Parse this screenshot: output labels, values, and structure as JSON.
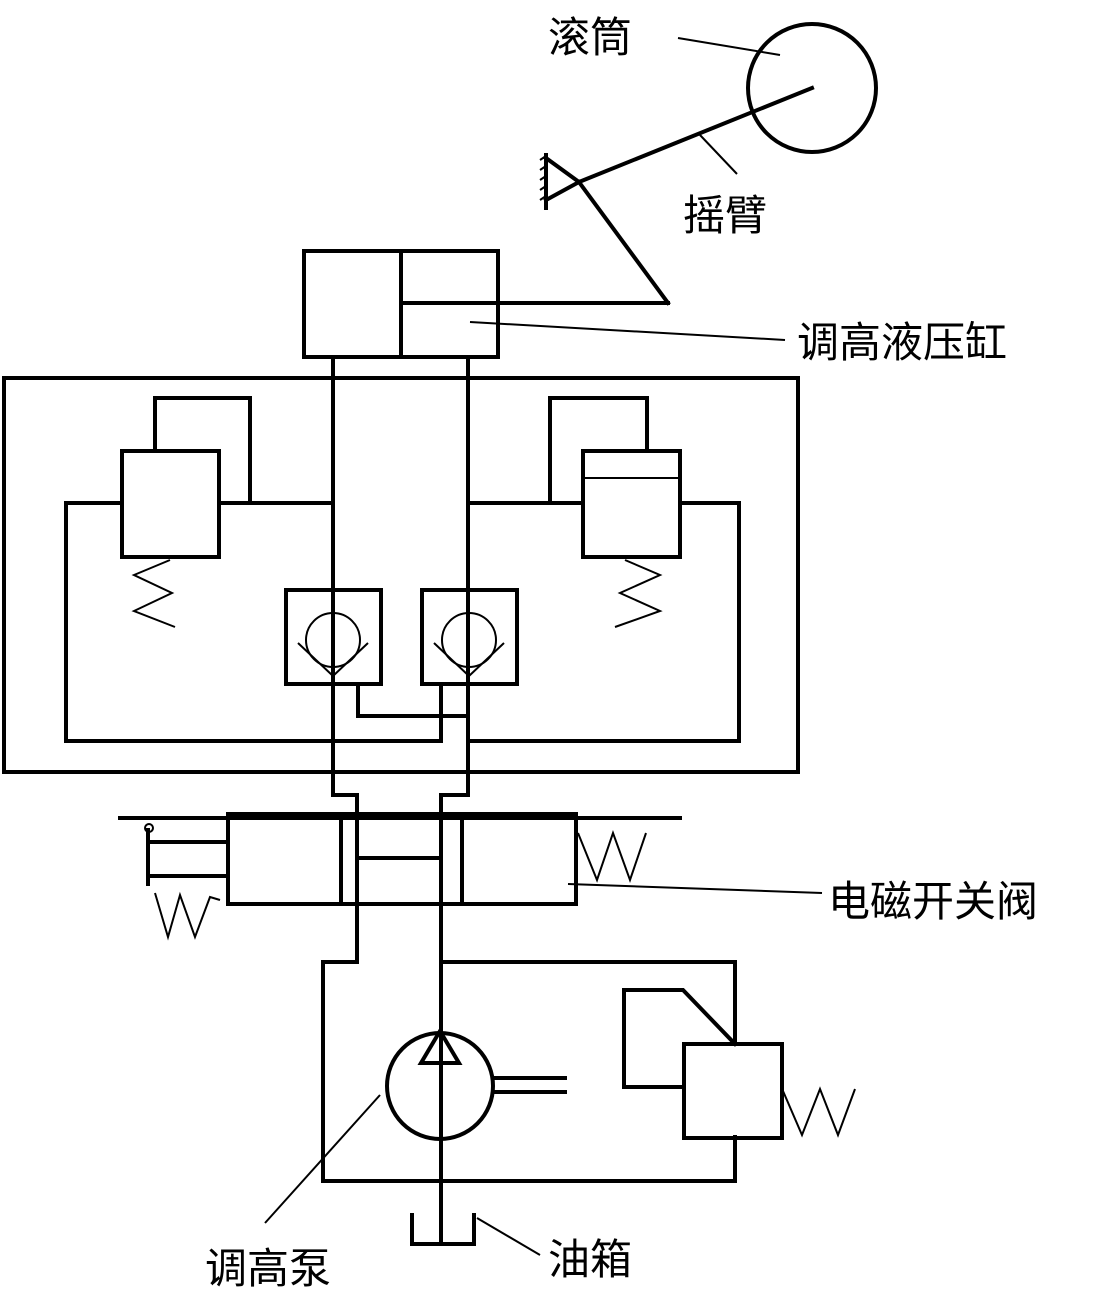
{
  "labels": {
    "drum": "滚筒",
    "rocker_arm": "摇臂",
    "height_cylinder": "调高液压缸",
    "solenoid_valve": "电磁开关阀",
    "height_pump": "调高泵",
    "oil_tank": "油箱"
  },
  "colors": {
    "line": "#000000",
    "background": "#ffffff"
  }
}
